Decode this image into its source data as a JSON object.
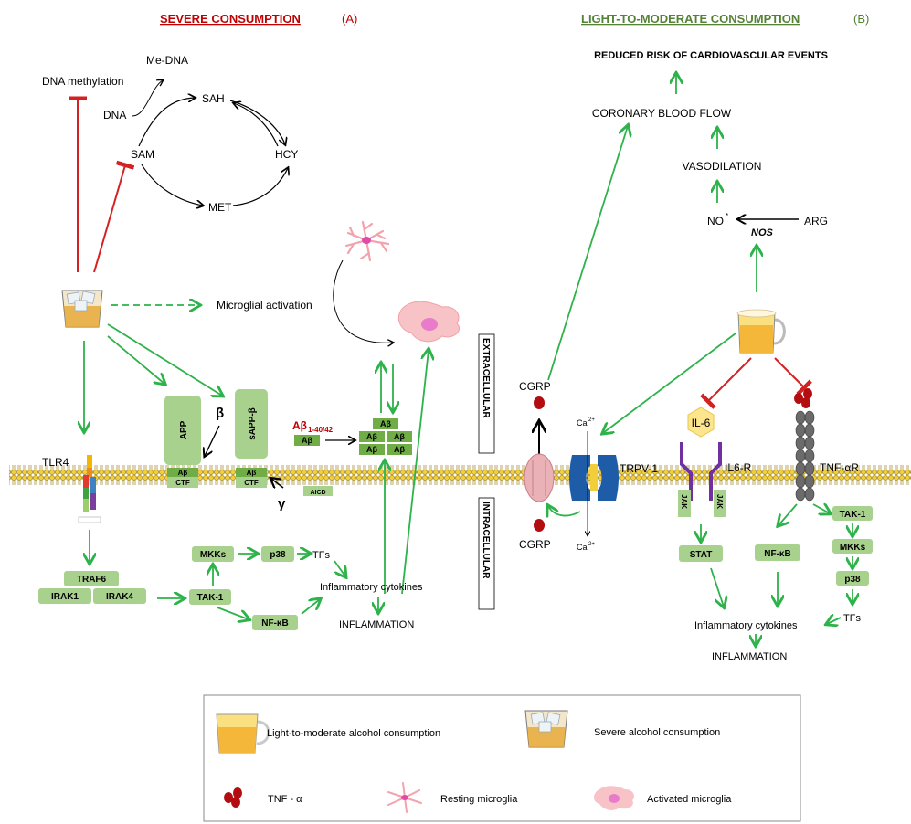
{
  "panel_a": {
    "title": "SEVERE CONSUMPTION",
    "letter": "(A)"
  },
  "panel_b": {
    "title": "LIGHT-TO-MODERATE CONSUMPTION",
    "letter": "(B)"
  },
  "colors": {
    "green": "#2db34a",
    "red": "#d42222",
    "box_fill": "#a9d18e",
    "box_dark": "#70ad47",
    "title_red": "#c00000",
    "title_green": "#548235"
  },
  "cycle": {
    "me_dna": "Me-DNA",
    "dna_methylation": "DNA methylation",
    "dna": "DNA",
    "sah": "SAH",
    "sam": "SAM",
    "hcy": "HCY",
    "met": "MET"
  },
  "left": {
    "microglial_activation": "Microglial activation",
    "tlr4": "TLR4",
    "app": "APP",
    "beta": "β",
    "sapp_beta": "sAPP-β",
    "ab_ctf": [
      "Aβ",
      "CTF"
    ],
    "ab_ctf2": [
      "Aβ",
      "CTF"
    ],
    "gamma": "γ",
    "aicd": "AICD",
    "ab_main": "Aβ",
    "ab_sub": "1-40/42",
    "ab_box": "Aβ",
    "ab_cluster": [
      "Aβ",
      "Aβ",
      "Aβ",
      "Aβ",
      "Aβ"
    ],
    "traf6": "TRAF6",
    "irak1": "IRAK1",
    "irak4": "IRAK4",
    "mkks": "MKKs",
    "p38": "p38",
    "tfs": "TFs",
    "tak1": "TAK-1",
    "nfkb": "NF-κB",
    "cytokines": "Inflammatory cytokines",
    "inflammation": "INFLAMMATION"
  },
  "membrane": {
    "extracellular": "EXTRACELLULAR",
    "intracellular": "INTRACELLULAR"
  },
  "right": {
    "reduced_risk": "REDUCED RISK OF CARDIOVASCULAR EVENTS",
    "coronary": "CORONARY BLOOD FLOW",
    "vasodilation": "VASODILATION",
    "no": "NO",
    "no_sup": "*",
    "nos": "NOS",
    "arg": "ARG",
    "cgrp_top": "CGRP",
    "cgrp_bottom": "CGRP",
    "ca_top": "Ca",
    "ca_bottom": "Ca",
    "ca_sup": "2+",
    "trpv1": "TRPV-1",
    "il6": "IL-6",
    "il6r": "IL6-R",
    "tnfar": "TNF-αR",
    "jak": "JAK",
    "stat": "STAT",
    "nfkb": "NF-κB",
    "tak1": "TAK-1",
    "mkks": "MKKs",
    "p38": "p38",
    "tfs": "TFs",
    "cytokines": "Inflammatory cytokines",
    "inflammation": "INFLAMMATION"
  },
  "legend": {
    "light": "Light-to-moderate alcohol consumption",
    "severe": "Severe alcohol consumption",
    "tnf": "TNF - α",
    "resting": "Resting microglia",
    "activated": "Activated microglia"
  }
}
